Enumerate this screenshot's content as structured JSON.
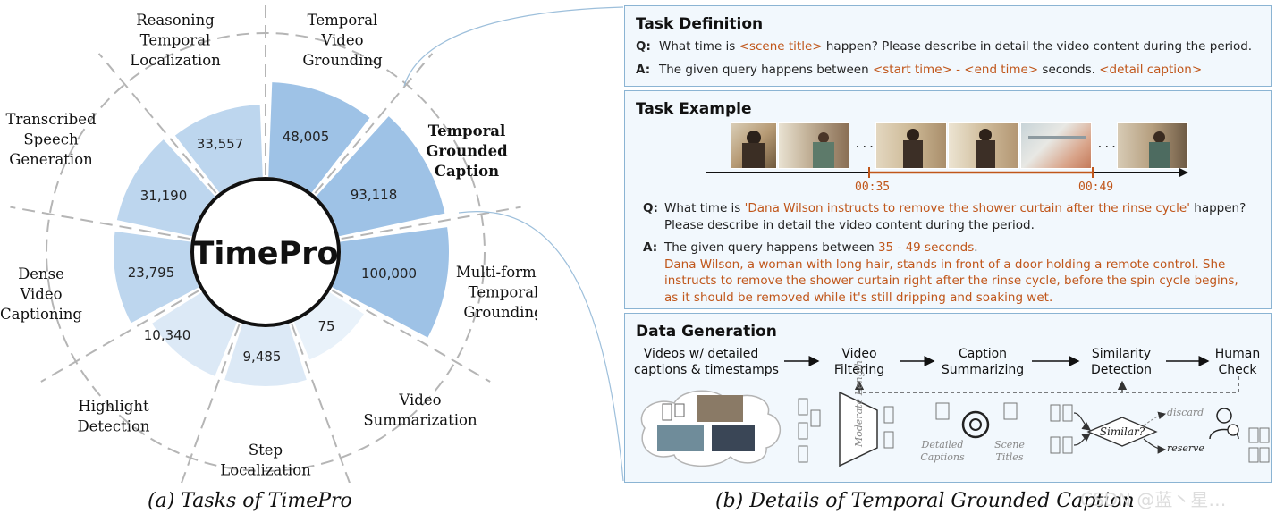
{
  "wheel": {
    "center_label": "TimePro",
    "segments": [
      {
        "name": "Temporal Video Grounding",
        "lines": [
          "Temporal",
          "Video",
          "Grounding"
        ],
        "count": "48,005",
        "bold": false
      },
      {
        "name": "Temporal Grounded Caption",
        "lines": [
          "Temporal",
          "Grounded",
          "Caption"
        ],
        "count": "93,118",
        "bold": true
      },
      {
        "name": "Multi-format Temporal Grounding",
        "lines": [
          "Multi-format",
          "Temporal",
          "Grounding"
        ],
        "count": "100,000",
        "bold": false
      },
      {
        "name": "Video Summarization",
        "lines": [
          "Video",
          "Summarization"
        ],
        "count": "75",
        "bold": false
      },
      {
        "name": "Step Localization",
        "lines": [
          "Step",
          "Localization"
        ],
        "count": "9,485",
        "bold": false
      },
      {
        "name": "Highlight Detection",
        "lines": [
          "Highlight",
          "Detection"
        ],
        "count": "10,340",
        "bold": false
      },
      {
        "name": "Dense Video Captioning",
        "lines": [
          "Dense",
          "Video",
          "Captioning"
        ],
        "count": "23,795",
        "bold": false
      },
      {
        "name": "Transcribed Speech Generation",
        "lines": [
          "Transcribed",
          "Speech",
          "Generation"
        ],
        "count": "31,190",
        "bold": false
      },
      {
        "name": "Reasoning Temporal Localization",
        "lines": [
          "Reasoning",
          "Temporal",
          "Localization"
        ],
        "count": "33,557",
        "bold": false
      }
    ],
    "colors": {
      "dark": "#9ec2e6",
      "mid": "#bdd6ee",
      "light": "#dce9f6",
      "lighter": "#e9f2fa"
    }
  },
  "captions": {
    "left": "(a) Tasks of TimePro",
    "right": "(b) Details of Temporal Grounded Caption"
  },
  "task_definition": {
    "title": "Task Definition",
    "q_label": "Q:",
    "q_pre": "What time is ",
    "q_tag": "<scene title>",
    "q_post": " happen? Please describe in detail the video content during the period.",
    "a_label": "A:",
    "a_pre": "The given query happens between ",
    "a_tag1": "<start time> - <end time>",
    "a_mid": " seconds. ",
    "a_tag2": "<detail caption>"
  },
  "task_example": {
    "title": "Task Example",
    "ellipsis": "...",
    "t_start": "00:35",
    "t_end": "00:49",
    "q_label": "Q:",
    "q_pre": "What time is ",
    "q_quote": "'Dana Wilson instructs to remove the shower curtain after the rinse cycle'",
    "q_post": " happen?",
    "q_line2": "Please describe in detail the video content during the period.",
    "a_label": "A:",
    "a_pre": "The given query happens between ",
    "a_range": "35 - 49 seconds",
    "a_post": ".",
    "a_lines": [
      "Dana Wilson, a woman with long hair, stands in front of a door holding a remote control. She",
      "instructs to remove the shower curtain right after the rinse cycle, before the spin cycle begins,",
      "as it should be removed while it's still dripping and soaking wet."
    ]
  },
  "data_generation": {
    "title": "Data Generation",
    "steps": [
      {
        "lines": [
          "Videos w/ detailed",
          "captions & timestamps"
        ]
      },
      {
        "lines": [
          "Video",
          "Filtering"
        ]
      },
      {
        "lines": [
          "Caption",
          "Summarizing"
        ]
      },
      {
        "lines": [
          "Similarity",
          "Detection"
        ]
      },
      {
        "lines": [
          "Human",
          "Check"
        ]
      }
    ],
    "filter_label": [
      "Moderate",
      "Length"
    ],
    "detailed_captions": [
      "Detailed",
      "Captions"
    ],
    "scene_titles": [
      "Scene",
      "Titles"
    ],
    "similar": "Similar?",
    "discard": "discard",
    "reserve": "reserve"
  },
  "watermark": "CSDN @蓝丶星…"
}
